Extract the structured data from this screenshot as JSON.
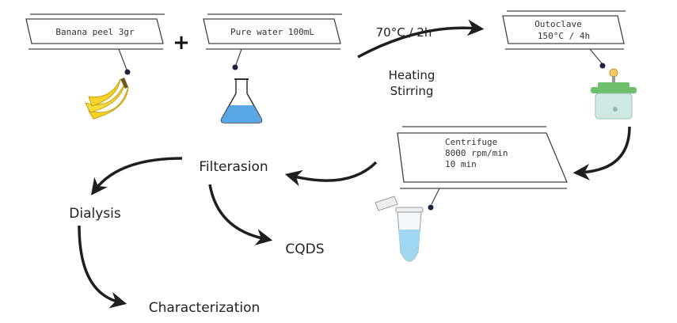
{
  "callouts": {
    "banana_peel": "Banana peel 3gr",
    "pure_water": "Pure water 100mL",
    "autoclave_line1": "Outoclave",
    "autoclave_line2": "150°C / 4h",
    "centrifuge_line1": "Centrifuge",
    "centrifuge_line2": "8000 rpm/min",
    "centrifuge_line3": "10 min"
  },
  "plus_sign": "+",
  "heating": {
    "condition": "70°C / 2h",
    "line1": "Heating",
    "line2": "Stirring"
  },
  "steps": {
    "filtration": "Filterasion",
    "dialysis": "Dialysis",
    "cqds": "CQDS",
    "characterization": "Characterization"
  },
  "colors": {
    "arrow": "#1f1f1f",
    "callout_border": "#444444",
    "banana": "#f5d327",
    "flask_liquid": "#5aa7e6",
    "autoclave_lid": "#6dbf6a",
    "autoclave_body": "#cfe8e3",
    "tube_liquid": "#9fd6f0"
  }
}
